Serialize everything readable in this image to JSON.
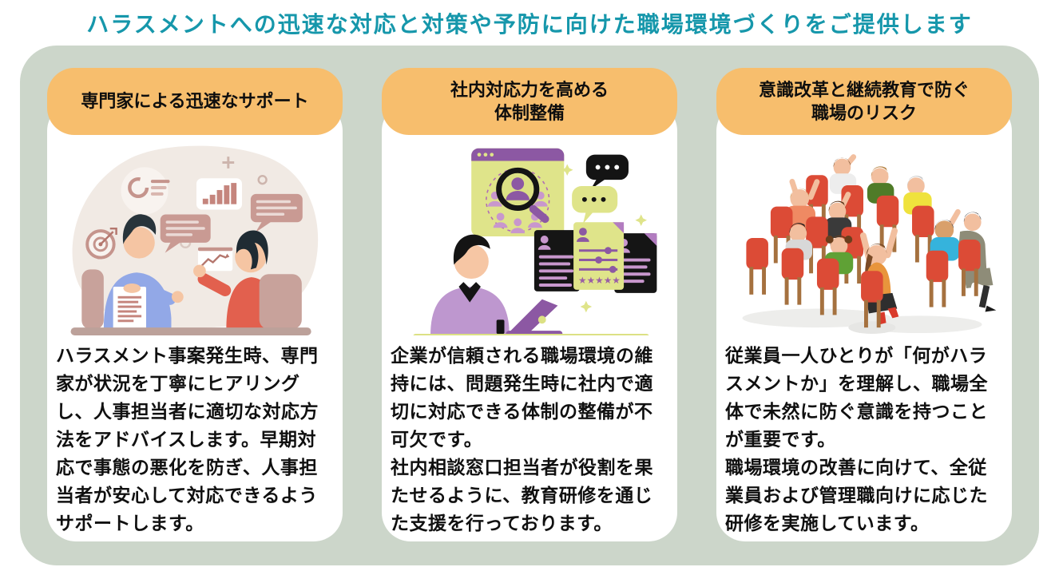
{
  "headline": "ハラスメントへの迅速な対応と対策や予防に向けた職場環境づくりをご提供します",
  "theme": {
    "headline_color": "#1697AB",
    "panel_background": "#CCD6CA",
    "pill_background": "#F7BE6D",
    "card_background": "#FFFFFF",
    "body_text_color": "#101010"
  },
  "cards": [
    {
      "title": "専門家による迅速なサポート",
      "body": "ハラスメント事案発生時、専門家が状況を丁寧にヒアリングし、人事担当者に適切な対応方法をアドバイスします。早期対応で事態の悪化を防ぎ、人事担当者が安心して対応できるようサポートします。",
      "illustration": "consultation-scene"
    },
    {
      "title": "社内対応力を高める\n体制整備",
      "body": "企業が信頼される職場環境の維持には、問題発生時に社内で適切に対応できる体制の整備が不可欠です。\n社内相談窓口担当者が役割を果たせるように、教育研修を通じた支援を行っております。",
      "illustration": "hr-screening-scene"
    },
    {
      "title": "意識改革と継続教育で防ぐ\n職場のリスク",
      "body": "従業員一人ひとりが「何がハラスメントか」を理解し、職場全体で未然に防ぐ意識を持つことが重要です。\n職場環境の改善に向けて、全従業員および管理職向けに応じた研修を実施しています。",
      "illustration": "seminar-audience-scene"
    }
  ]
}
